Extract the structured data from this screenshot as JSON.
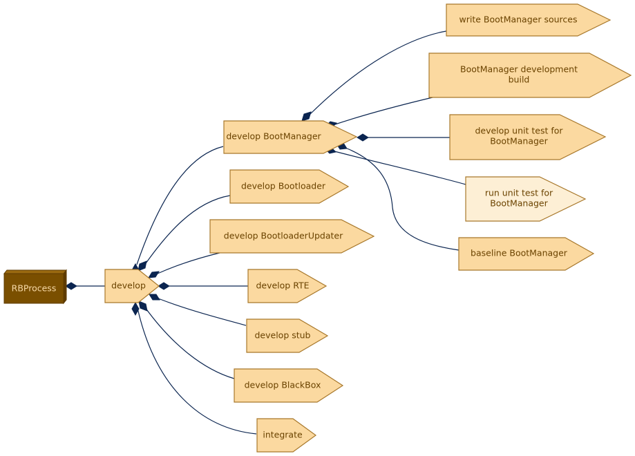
{
  "colors": {
    "node_fill": "#fbd9a0",
    "node_fill_light": "#fdefd5",
    "node_stroke": "#a8782b",
    "root_fill": "#7a4f00",
    "root_side": "#5e3b00",
    "root_text": "#f7d9a6",
    "node_text": "#6b4300",
    "edge": "#0b2550"
  },
  "nodes": {
    "rbprocess": {
      "label": "RBProcess"
    },
    "develop": {
      "label": "develop"
    },
    "develop_bootmanager": {
      "label": "develop BootManager"
    },
    "develop_bootloader": {
      "label": "develop Bootloader"
    },
    "develop_bootloaderupdater": {
      "label": "develop BootloaderUpdater"
    },
    "develop_rte": {
      "label": "develop RTE"
    },
    "develop_stub": {
      "label": "develop stub"
    },
    "develop_blackbox": {
      "label": "develop BlackBox"
    },
    "integrate": {
      "label": "integrate"
    },
    "write_sources": {
      "label": "write BootManager sources"
    },
    "dev_build": {
      "line1": "BootManager development",
      "line2": "build"
    },
    "dev_unit_test": {
      "line1": "develop unit test for",
      "line2": "BootManager"
    },
    "run_unit_test": {
      "line1": "run unit test for",
      "line2": "BootManager"
    },
    "baseline": {
      "label": "baseline BootManager"
    }
  }
}
